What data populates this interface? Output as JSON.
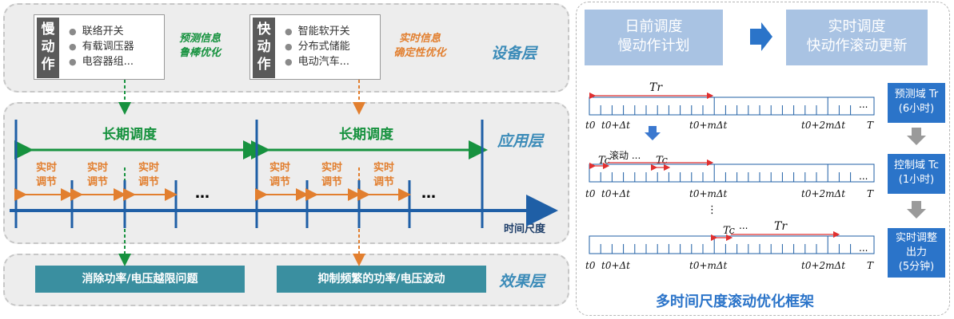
{
  "left": {
    "device_layer": {
      "name": "设备层",
      "slow": {
        "tag": "慢动作",
        "items": [
          "联络开关",
          "有载调压器",
          "电容器组..."
        ]
      },
      "slow_opt": [
        "预测信息",
        "鲁棒优化"
      ],
      "fast": {
        "tag": "快动作",
        "items": [
          "智能软开关",
          "分布式储能",
          "电动汽车..."
        ]
      },
      "fast_opt": [
        "实时信息",
        "确定性优化"
      ]
    },
    "app_layer": {
      "name": "应用层",
      "long_term": [
        "长期调度",
        "长期调度"
      ],
      "realtime": [
        "实时",
        "调节"
      ],
      "ellipsis": "…",
      "time_axis": "时间尺度"
    },
    "effect_layer": {
      "name": "效果层",
      "bars": [
        "消除功率/电压越限问题",
        "抑制频繁的功率/电压波动"
      ]
    }
  },
  "right": {
    "top_left": [
      "日前调度",
      "慢动作计划"
    ],
    "top_right": [
      "实时调度",
      "快动作滚动更新"
    ],
    "side": [
      {
        "lines": [
          "预测域 Tr",
          "(6小时)"
        ]
      },
      {
        "lines": [
          "控制域 Tc",
          "(1小时)"
        ]
      },
      {
        "lines": [
          "实时调整",
          "出力",
          "(5分钟)"
        ]
      }
    ],
    "tick_labels": [
      "t0",
      "t0+Δt",
      "t0+mΔt",
      "t0+2mΔt",
      "T"
    ],
    "tr": "Tr",
    "tc": "Tc",
    "rolling": "滚动 ...",
    "dots": "...",
    "vdots": "⋮",
    "title": "多时间尺度滚动优化框架"
  },
  "colors": {
    "blue": "#2b74c9",
    "axis_blue": "#1f5fa6",
    "green": "#17923f",
    "orange": "#e27f2f",
    "red": "#e03030",
    "teal": "#3a8fa0"
  }
}
